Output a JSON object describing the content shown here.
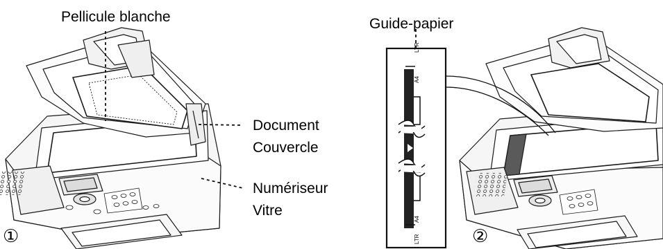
{
  "left_panel": {
    "number": "①",
    "label_top": "Pellicule blanche",
    "label_doc_1": "Document",
    "label_doc_2": "Couvercle",
    "label_scan_1": "Numériseur",
    "label_scan_2": "Vitre"
  },
  "right_panel": {
    "number": "②",
    "label_top": "Guide-papier",
    "guide_marks": {
      "top_ltr": "LTR",
      "top_a4": "A4",
      "bottom_ltr": "LTR",
      "bottom_a4": "A4"
    }
  }
}
